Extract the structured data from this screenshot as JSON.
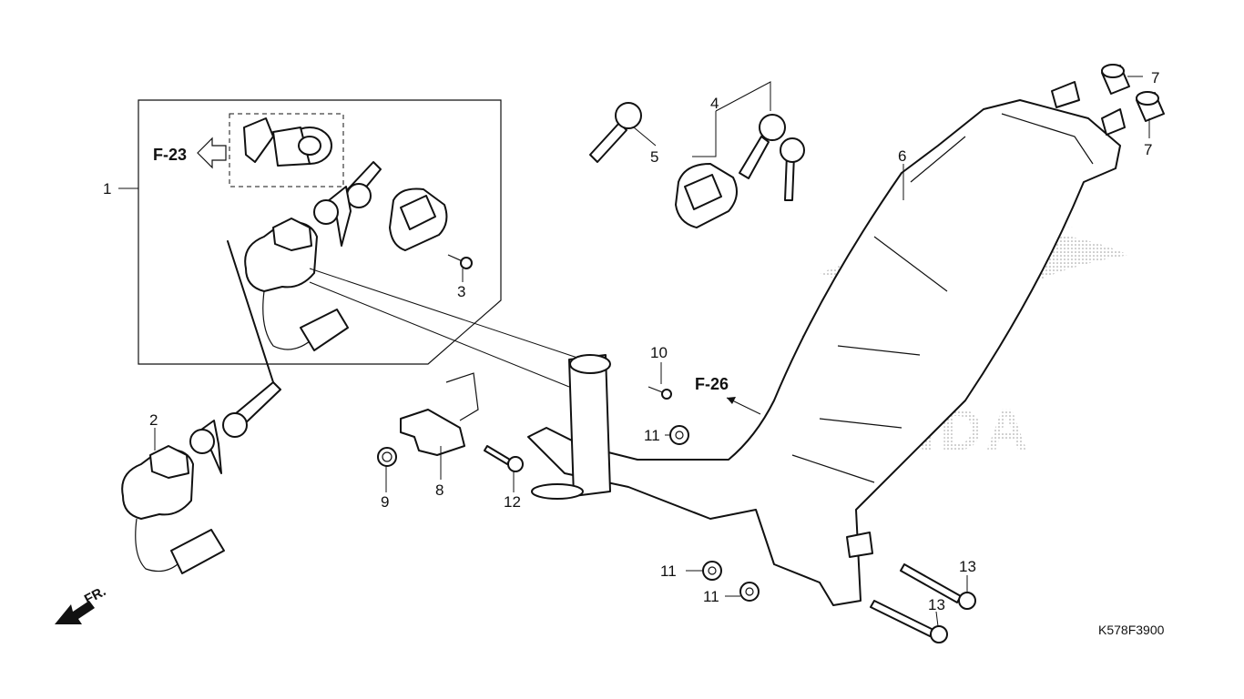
{
  "diagram": {
    "drawing_code": "K578F3900",
    "direction_label": "FR.",
    "references": [
      "F-23",
      "F-26"
    ],
    "callouts": {
      "c1": "1",
      "c2": "2",
      "c3": "3",
      "c4": "4",
      "c5": "5",
      "c6": "6",
      "c7a": "7",
      "c7b": "7",
      "c8": "8",
      "c9": "9",
      "c10": "10",
      "c11a": "11",
      "c11b": "11",
      "c11c": "11",
      "c12": "12",
      "c13a": "13",
      "c13b": "13"
    },
    "watermark_text": "HONDA"
  }
}
